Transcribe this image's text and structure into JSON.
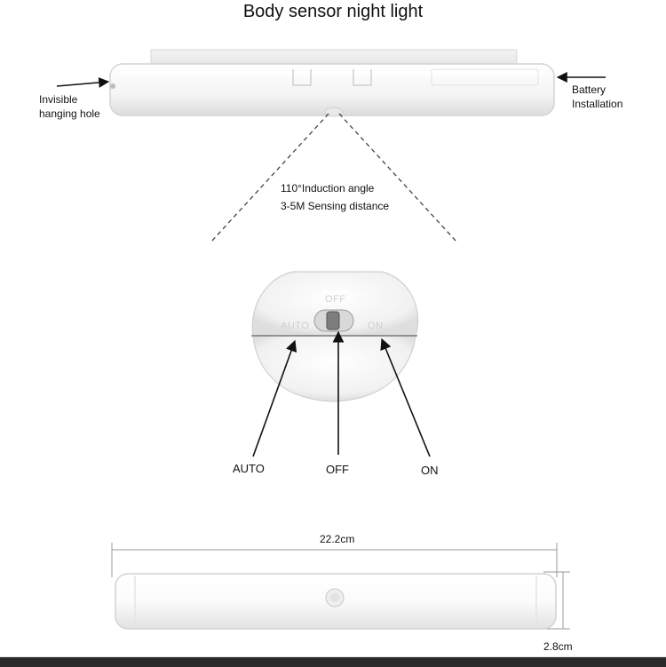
{
  "title": "Body sensor night light",
  "top_view": {
    "left_label": [
      "Invisible",
      "hanging hole"
    ],
    "right_label": [
      "Battery",
      "Installation"
    ],
    "detection_lines": [
      "110°Induction angle",
      "3-5M Sensing distance"
    ]
  },
  "switch_view": {
    "switch_marks": {
      "auto": "AUTO",
      "off": "OFF",
      "on": "ON"
    },
    "callouts": {
      "auto": "AUTO",
      "off": "OFF",
      "on": "ON"
    }
  },
  "dimensions": {
    "length": "22.2cm",
    "height": "2.8cm"
  },
  "colors": {
    "line": "#111111",
    "dash": "#444444",
    "device_fill": "#fafafa",
    "device_edge": "#d6d6d6",
    "dimension_line": "#9a9a9a"
  }
}
